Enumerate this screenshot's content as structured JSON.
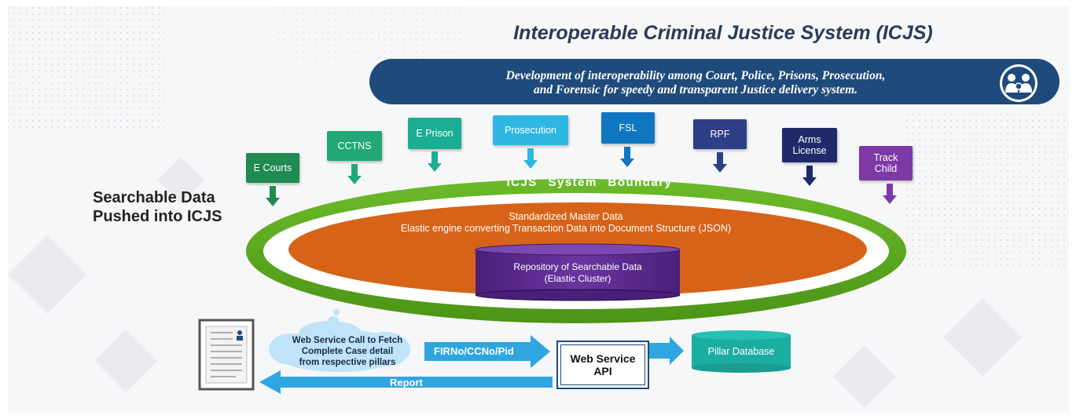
{
  "title": "Interoperable Criminal Justice System (ICJS)",
  "banner": {
    "line1": "Development of interoperability among Court, Police, Prisons, Prosecution,",
    "line2": "and Forensic for speedy and transparent Justice delivery system."
  },
  "pillars": [
    {
      "label": "E Courts",
      "color": "#1f8a52"
    },
    {
      "label": "CCTNS",
      "color": "#22a877"
    },
    {
      "label": "E Prison",
      "color": "#1bae92"
    },
    {
      "label": "Prosecution",
      "color": "#2fb7e4"
    },
    {
      "label": "FSL",
      "color": "#1176c2"
    },
    {
      "label": "RPF",
      "color": "#2d3f86"
    },
    {
      "label": "Arms License",
      "color": "#202a6a"
    },
    {
      "label": "Track Child",
      "color": "#7d3aa6"
    }
  ],
  "left_label": {
    "line1": "Searchable Data",
    "line2": "Pushed into ICJS"
  },
  "boundary_label": "ICJS System Boundary",
  "master_data": {
    "line1": "Standardized Master Data",
    "line2": "Elastic engine converting Transaction Data into Document Structure (JSON)"
  },
  "repository": {
    "line1": "Repository of Searchable Data",
    "line2": "(Elastic Cluster)"
  },
  "cloud": {
    "line1": "Web Service Call to Fetch",
    "line2": "Complete Case detail",
    "line3": "from respective pillars"
  },
  "request_arrow_label": "FIRNo/CCNo/Pid",
  "web_service": {
    "line1": "Web Service",
    "line2": "API"
  },
  "pillar_database": "Pillar Database",
  "report_arrow_label": "Report",
  "colors": {
    "banner": "#1e4a7c",
    "green_ring": "#5aa61f",
    "orange": "#d76318",
    "purple": "#5a2a8c",
    "arrow_blue": "#2fa6e0",
    "teal": "#1bada0"
  }
}
